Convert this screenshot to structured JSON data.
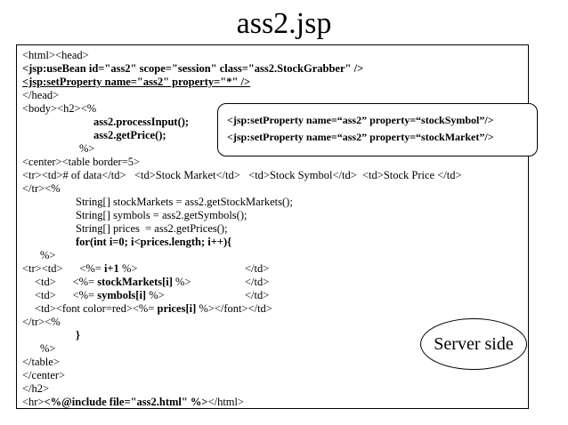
{
  "title": "ass2.jsp",
  "code": {
    "l01": "<html><head>",
    "l02": "<jsp:useBean id=\"ass2\" scope=\"session\" class=\"ass2.StockGrabber\" />",
    "l03": "<jsp:setProperty name=\"ass2\" property=\"*\" />",
    "l04": "</head>",
    "l05": "<body><h2><%",
    "l06": "ass2.processInput();",
    "l07": "ass2.getPrice();",
    "l08": "%>",
    "l09": "<center><table border=5>",
    "l10": "<tr><td># of data</td>   <td>Stock Market</td>   <td>Stock Symbol</td>  <td>Stock Price </td>",
    "l11": "</tr><%",
    "l12": "String[] stockMarkets = ass2.getStockMarkets();",
    "l13": "String[] symbols = ass2.getSymbols();",
    "l14": "String[] prices  = ass2.getPrices();",
    "l15": "for(int i=0; i<prices.length; i++){",
    "l16": "%>",
    "l17a": "<tr><td>      <%= ",
    "l17b": "i+1",
    "l17c": " %>",
    "l17d": "</td>",
    "l18a": "<td>      <%= ",
    "l18b": "stockMarkets[i]",
    "l18c": " %>",
    "l18d": "</td>",
    "l19a": "<td>      <%= ",
    "l19b": "symbols[i]",
    "l19c": " %>",
    "l19d": "</td>",
    "l20a": "<td><font color=red><%= ",
    "l20b": "prices[i]",
    "l20c": " %></font></td>",
    "l21": "</tr><%",
    "l22": "}",
    "l23": "%>",
    "l24": "</table>",
    "l25": "</center>",
    "l26": "</h2>",
    "l27a": "<hr>",
    "l27b": "<%@include file=\"ass2.html\" %>",
    "l27c": "</html>"
  },
  "callout": {
    "line1": "<jsp:setProperty name=“ass2” property=“stockSymbol”/>",
    "line2": "<jsp:setProperty name=“ass2” property=“stockMarket”/>"
  },
  "server_label": "Server side"
}
